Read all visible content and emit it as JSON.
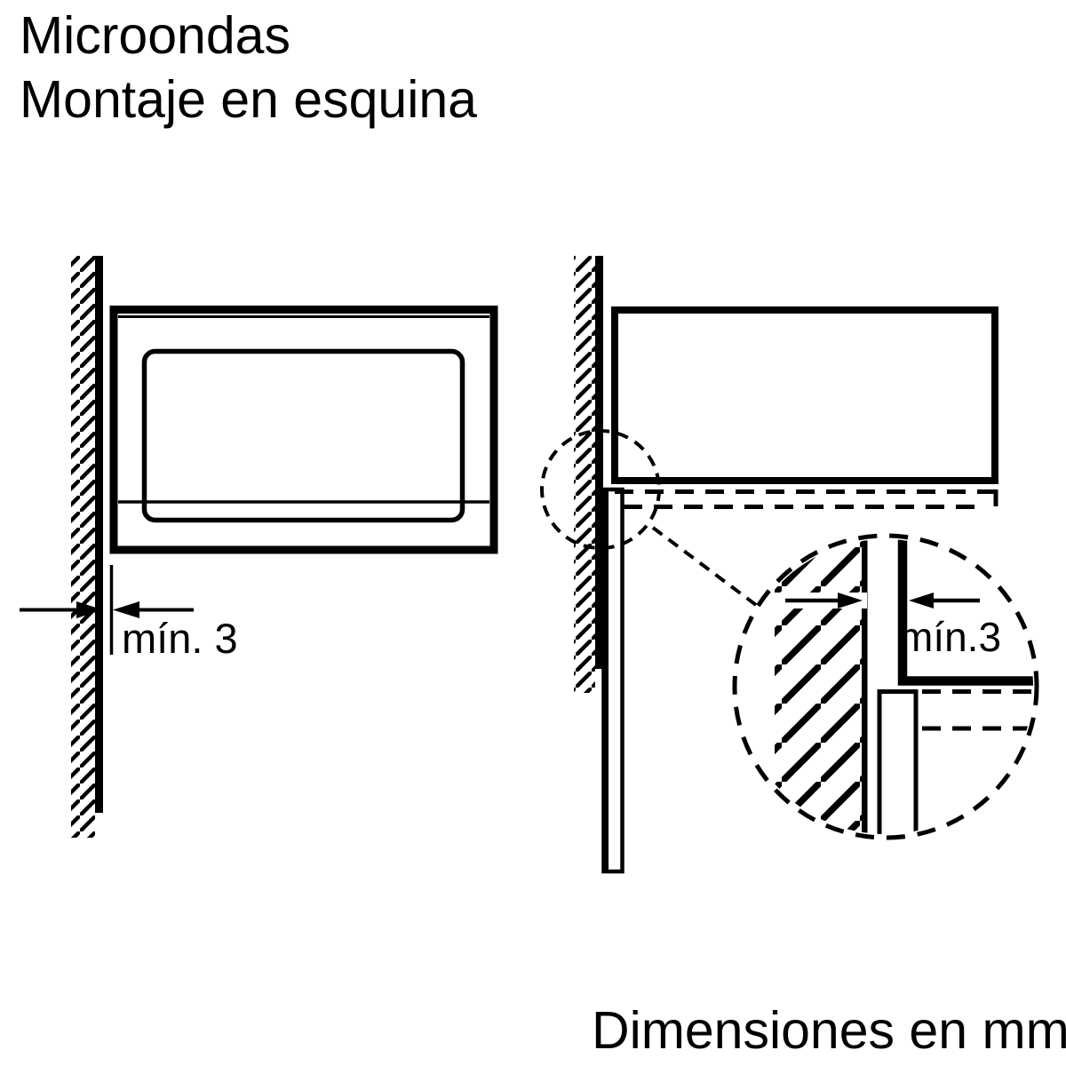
{
  "title": {
    "line1": "Microondas",
    "line2": "Montaje en esquina"
  },
  "views": {
    "front_view": {
      "description_label": "front view with wall at left",
      "dimension_label": "mín. 3"
    },
    "side_view": {
      "description_label": "side section with detail callout",
      "dimension_label": "mín.3"
    }
  },
  "footer": {
    "units_note": "Dimensiones en mm"
  },
  "colors": {
    "line": "#000000",
    "background": "#ffffff"
  }
}
